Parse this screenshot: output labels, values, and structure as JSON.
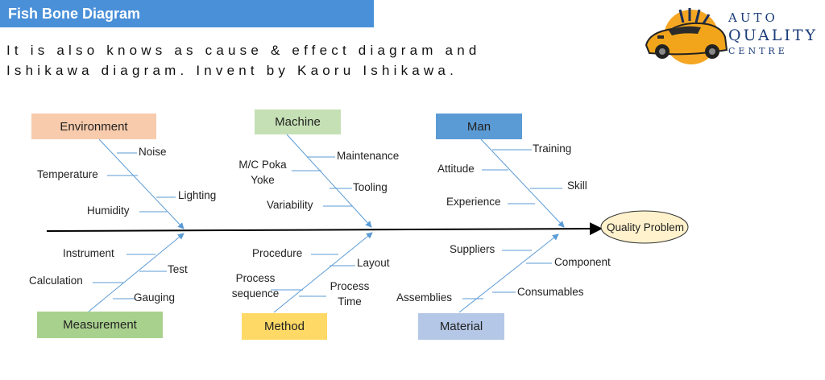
{
  "header": {
    "title": "Fish Bone Diagram"
  },
  "intro": {
    "line1": "It is also knows as cause & effect diagram and",
    "line2": "Ishikawa diagram. Invent by Kaoru Ishikawa."
  },
  "logo": {
    "line1": "AUTO",
    "line2": "QUALITY",
    "line3": "CENTRE"
  },
  "diagram": {
    "effect": "Quality Problem",
    "categories": {
      "environment": "Environment",
      "machine": "Machine",
      "man": "Man",
      "measurement": "Measurement",
      "method": "Method",
      "material": "Material"
    },
    "causes": {
      "noise": "Noise",
      "temperature": "Temperature",
      "lighting": "Lighting",
      "humidity": "Humidity",
      "mc_poka_yoke": "M/C Poka Yoke",
      "maintenance": "Maintenance",
      "tooling": "Tooling",
      "variability": "Variability",
      "training": "Training",
      "attitude": "Attitude",
      "skill": "Skill",
      "experience": "Experience",
      "instrument": "Instrument",
      "test": "Test",
      "calculation": "Calculation",
      "gauging": "Gauging",
      "procedure": "Procedure",
      "layout": "Layout",
      "process_sequence": "Process sequence",
      "process_time": "Process Time",
      "suppliers": "Suppliers",
      "component": "Component",
      "consumables": "Consumables",
      "assemblies": "Assemblies"
    }
  },
  "colors": {
    "title_bar": "#4a90d9",
    "environment": "#f7cbac",
    "machine": "#c5e0b4",
    "man": "#5b9bd5",
    "measurement": "#a9d18e",
    "method": "#ffd966",
    "material": "#b4c7e7",
    "effect": "#fff2cc",
    "bone": "#5b9bd5",
    "spine": "#000000"
  }
}
